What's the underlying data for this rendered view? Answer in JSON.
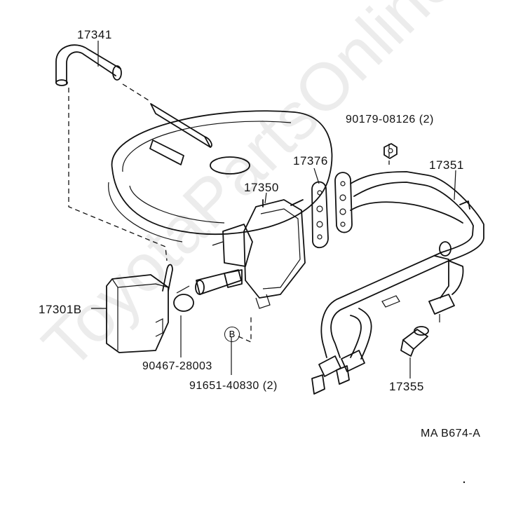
{
  "parts": {
    "hose_upper": "17341",
    "nut": "90179-08126 (2)",
    "gasket": "17376",
    "pipe_assy": "17351",
    "valve": "17350",
    "silencer": "17301B",
    "clamp": "90467-28003",
    "bolt": "91651-40830 (2)",
    "plug": "17355"
  },
  "bolt_marker": "B",
  "figure_code": "MA B674-A",
  "watermark": "ToyotaPartsOnline.ru"
}
